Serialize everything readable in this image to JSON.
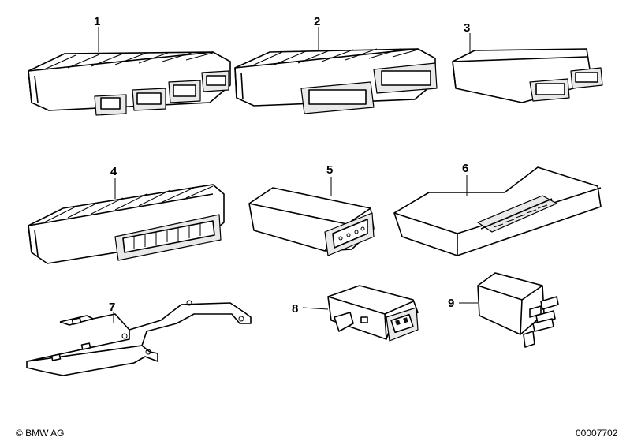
{
  "parts": [
    {
      "number": "1"
    },
    {
      "number": "2"
    },
    {
      "number": "3"
    },
    {
      "number": "4"
    },
    {
      "number": "5"
    },
    {
      "number": "6"
    },
    {
      "number": "7"
    },
    {
      "number": "8"
    },
    {
      "number": "9"
    }
  ],
  "footer": {
    "copyright": "© BMW AG",
    "diagram_id": "00007702"
  }
}
